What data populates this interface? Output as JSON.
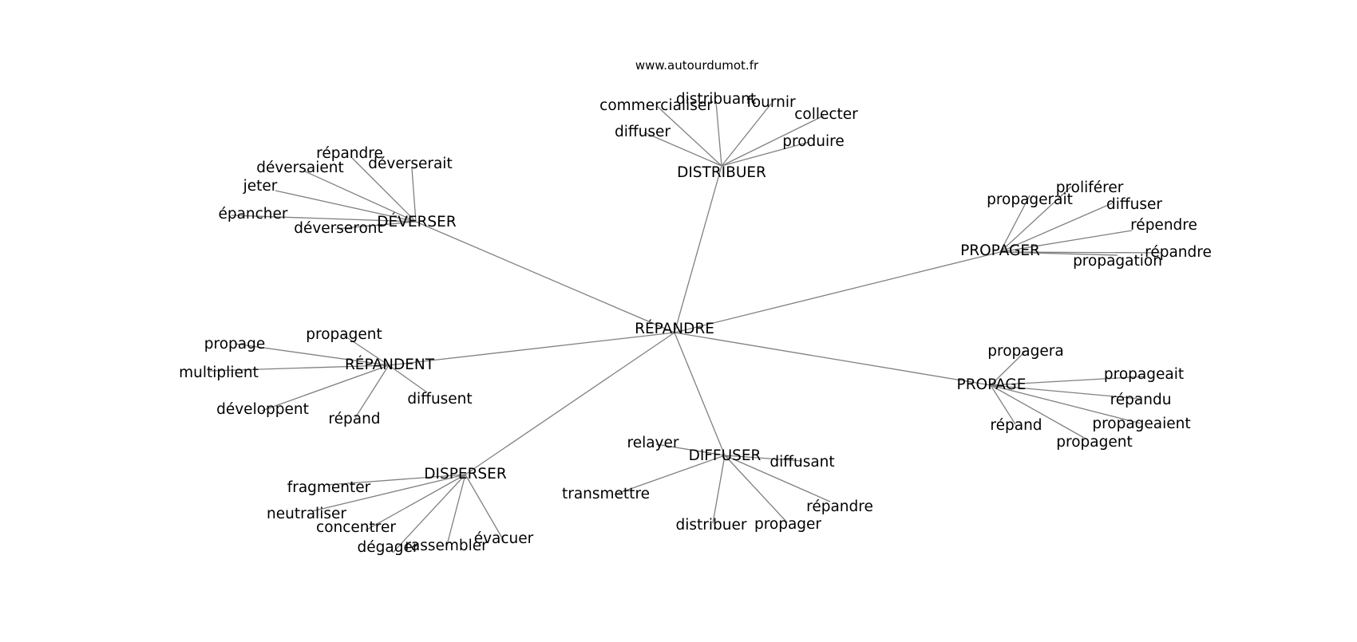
{
  "site": "www.autourdumot.fr",
  "center": "RÉPANDRE",
  "colors": {
    "edge": "#808080",
    "text": "#000000",
    "background": "#ffffff"
  },
  "clusters": [
    {
      "id": "distribuer",
      "label": "DISTRIBUER",
      "leaves": [
        "commercialiser",
        "distribuant",
        "fournir",
        "collecter",
        "diffuser",
        "produire"
      ]
    },
    {
      "id": "deverser",
      "label": "DÉVERSER",
      "leaves": [
        "répandre",
        "déversaient",
        "déverserait",
        "jeter",
        "épancher",
        "déverseront"
      ]
    },
    {
      "id": "propager",
      "label": "PROPAGER",
      "leaves": [
        "propagerait",
        "proliférer",
        "diffuser",
        "répendre",
        "répandre",
        "propagation"
      ]
    },
    {
      "id": "repandent",
      "label": "RÉPANDENT",
      "leaves": [
        "propagent",
        "propage",
        "multiplient",
        "développent",
        "répand",
        "diffusent"
      ]
    },
    {
      "id": "propage",
      "label": "PROPAGE",
      "leaves": [
        "propagera",
        "propageait",
        "répandu",
        "propageaient",
        "propagent",
        "répand"
      ]
    },
    {
      "id": "diffuser",
      "label": "DIFFUSER",
      "leaves": [
        "relayer",
        "diffusant",
        "transmettre",
        "répandre",
        "distribuer",
        "propager"
      ]
    },
    {
      "id": "disperser",
      "label": "DISPERSER",
      "leaves": [
        "fragmenter",
        "neutraliser",
        "concentrer",
        "dégager",
        "rassembler",
        "évacuer"
      ]
    }
  ]
}
